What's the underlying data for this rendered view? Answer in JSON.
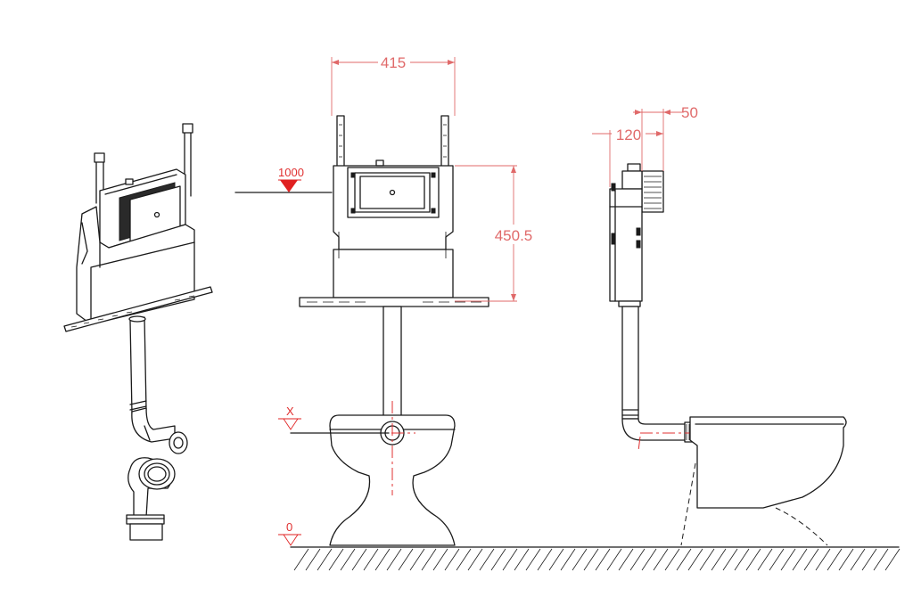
{
  "dimensions": {
    "width": "415",
    "height": "450.5",
    "depth_total": "120",
    "depth_plate": "50"
  },
  "levels": {
    "cistern_height": "1000",
    "pan_height": "X",
    "floor": "0"
  },
  "colors": {
    "line": "#1a1a1a",
    "dimension": "#e06a6a",
    "level_marker": "#e02020"
  }
}
